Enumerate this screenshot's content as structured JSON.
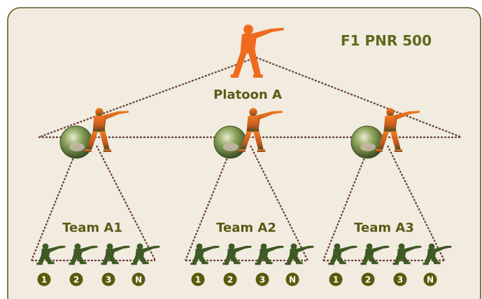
{
  "title": "F1 PNR 500",
  "platoon_label": "Platoon A",
  "teams": [
    {
      "label": "Team A1",
      "members": [
        "1",
        "2",
        "3",
        "N"
      ]
    },
    {
      "label": "Team A2",
      "members": [
        "1",
        "2",
        "3",
        "N"
      ]
    },
    {
      "label": "Team A3",
      "members": [
        "1",
        "2",
        "3",
        "N"
      ]
    }
  ],
  "colors": {
    "panel_bg": "#f1ecdf",
    "panel_border": "#5e5a24",
    "title_text": "#5e6a1c",
    "label_text": "#5a5a18",
    "dashed_line": "#6b3f3a",
    "platoon_soldier": "#f06a1e",
    "squad_soldier": "#d9521a",
    "globe": "#6f8a3f",
    "team_soldier": "#3f5a25",
    "badge": "#5b5a0c",
    "badge_text": "#ffffff"
  },
  "icons": {
    "platoon_leader": "soldier-aiming-rifle-icon",
    "squad_leader": "soldier-with-radio-globe-icon",
    "team_member": "kneeling-soldier-icon"
  }
}
